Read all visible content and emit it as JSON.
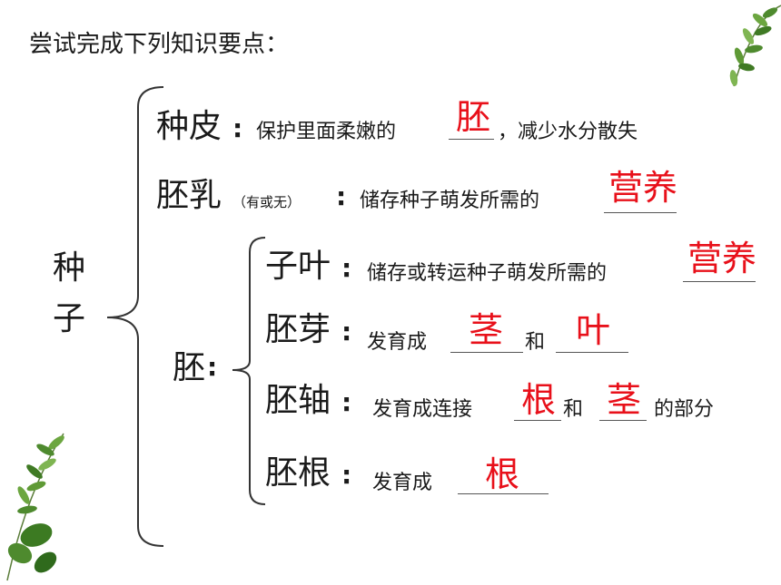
{
  "title": "尝试完成下列知识要点：",
  "root": {
    "char1": "种",
    "char2": "子"
  },
  "colon": ":",
  "seed_coat": {
    "term": "种皮",
    "desc_pre": "保护里面柔嫩的",
    "answer": "胚",
    "desc_post": "，减少水分散失"
  },
  "endosperm": {
    "term": "胚乳",
    "note": "（有或无）",
    "desc": "储存种子萌发所需的",
    "answer": "营养"
  },
  "embryo": {
    "term": "胚",
    "cotyledon": {
      "term": "子叶",
      "desc": "储存或转运种子萌发所需的",
      "answer": "营养"
    },
    "plumule": {
      "term": "胚芽",
      "desc": "发育成",
      "answer1": "茎",
      "mid": "和",
      "answer2": "叶"
    },
    "hypocotyl": {
      "term": "胚轴",
      "desc": "发育成连接",
      "answer1": "根",
      "mid": "和",
      "answer2": "茎",
      "post": "的部分"
    },
    "radicle": {
      "term": "胚根",
      "desc": "发育成",
      "answer": "根"
    }
  },
  "colors": {
    "answer": "#e8101a",
    "text": "#1a1a1a",
    "leaf": "#4e8a2e"
  },
  "decorations": [
    "leaf-branch-top-right",
    "leaf-branch-bottom-left"
  ]
}
